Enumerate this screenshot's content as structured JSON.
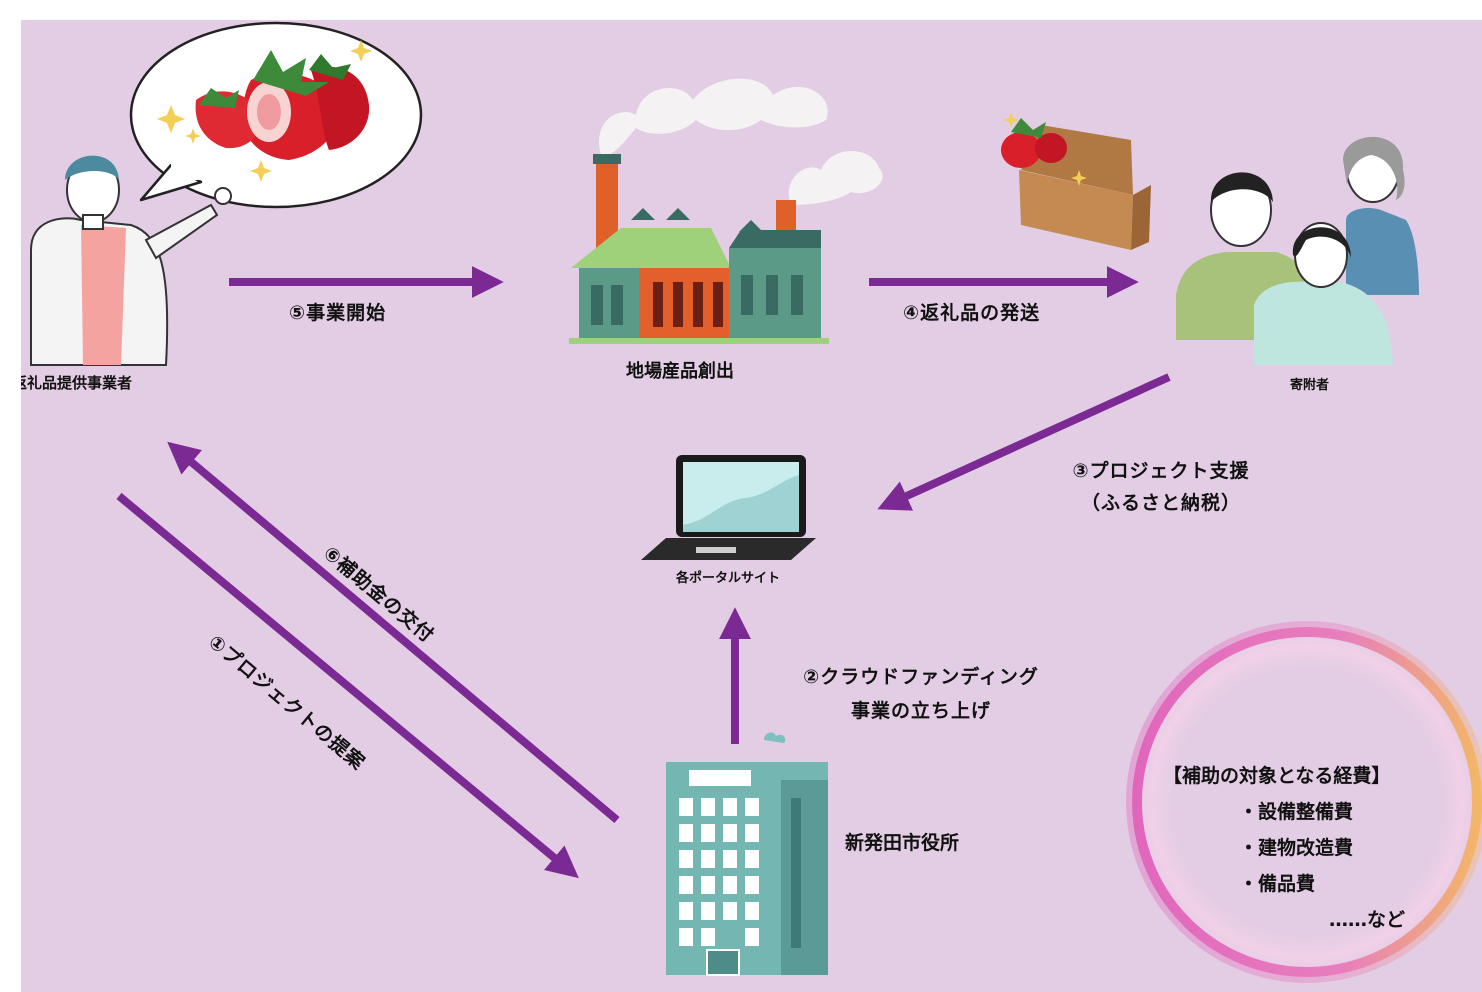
{
  "actors": {
    "provider": "返礼品提供事業者",
    "factory": "地場産品創出",
    "donor": "寄附者",
    "portal": "各ポータルサイト",
    "city_office": "新発田市役所"
  },
  "flows": {
    "step1": "①プロジェクトの提案",
    "step2_line1": "②クラウドファンディング",
    "step2_line2": "事業の立ち上げ",
    "step3_line1": "③プロジェクト支援",
    "step3_line2": "（ふるさと納税）",
    "step4": "④返礼品の発送",
    "step5": "⑤事業開始",
    "step6": "⑥補助金の交付"
  },
  "subsidy": {
    "title": "【補助の対象となる経費】",
    "items": [
      "・設備整備費",
      "・建物改造費",
      "・備品費"
    ],
    "etc": "……など"
  },
  "colors": {
    "background": "#e3cde4",
    "arrow": "#7b2a93",
    "ring_start": "#e05bb8",
    "ring_end": "#f4b35a"
  },
  "icons": [
    "strawberry-icon",
    "speech-bubble-icon",
    "factory-icon",
    "treasure-box-icon",
    "laptop-icon",
    "office-building-icon",
    "person-icon",
    "family-icon"
  ]
}
